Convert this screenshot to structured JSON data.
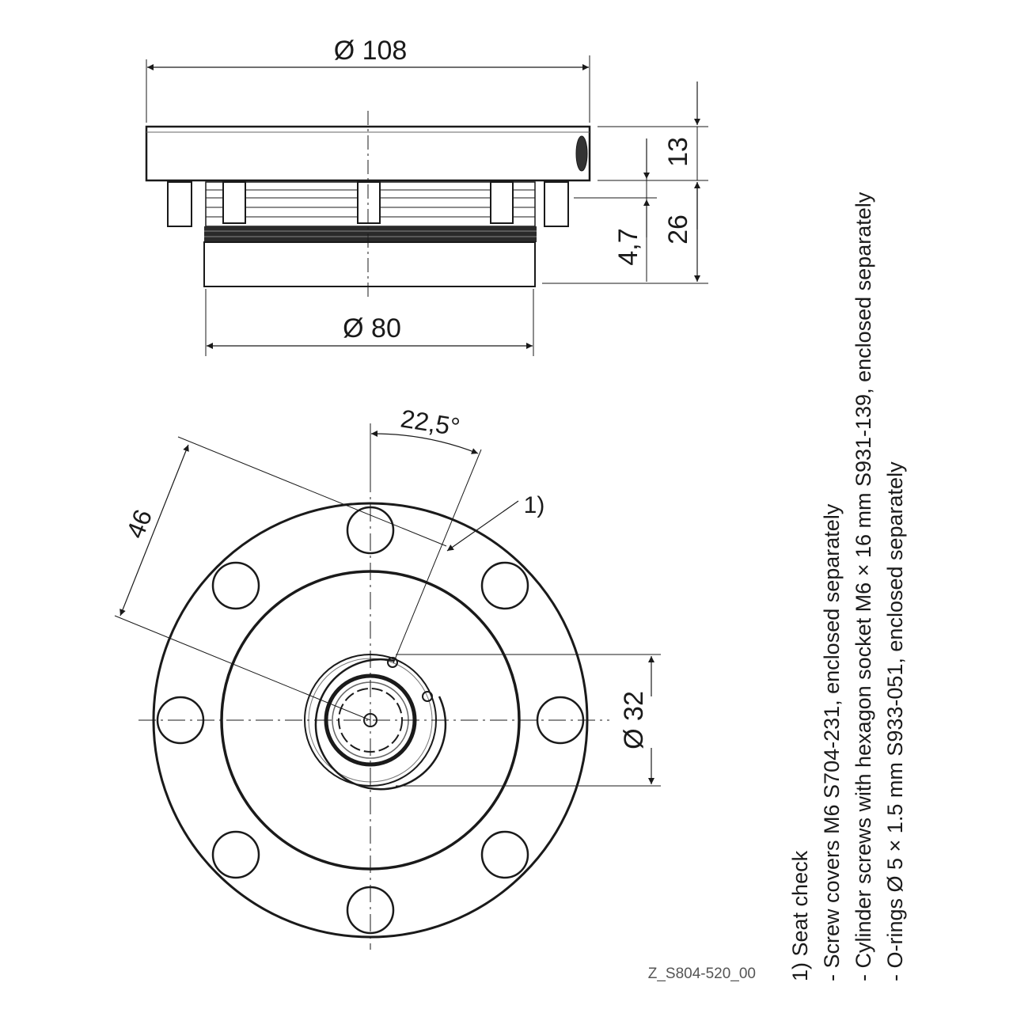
{
  "dimensions": {
    "outer_diameter": "Ø 108",
    "inner_diameter": "Ø 80",
    "plate_height": "13",
    "total_height": "26",
    "pin_height": "4,7",
    "angle": "22,5°",
    "bolt_circle": "46",
    "center_diameter": "Ø 32",
    "callout": "1)"
  },
  "notes": {
    "line1": "1) Seat check",
    "line2": "- Screw covers M6 S704-231, enclosed separately",
    "line3": "- Cylinder screws with hexagon socket M6 × 16 mm S931-139, enclosed separately",
    "line4": "- O-rings Ø 5 × 1.5 mm S933-051, enclosed separately"
  },
  "drawing_code": "Z_S804-520_00",
  "colors": {
    "line": "#1a1a1a",
    "code_text": "#555555"
  }
}
